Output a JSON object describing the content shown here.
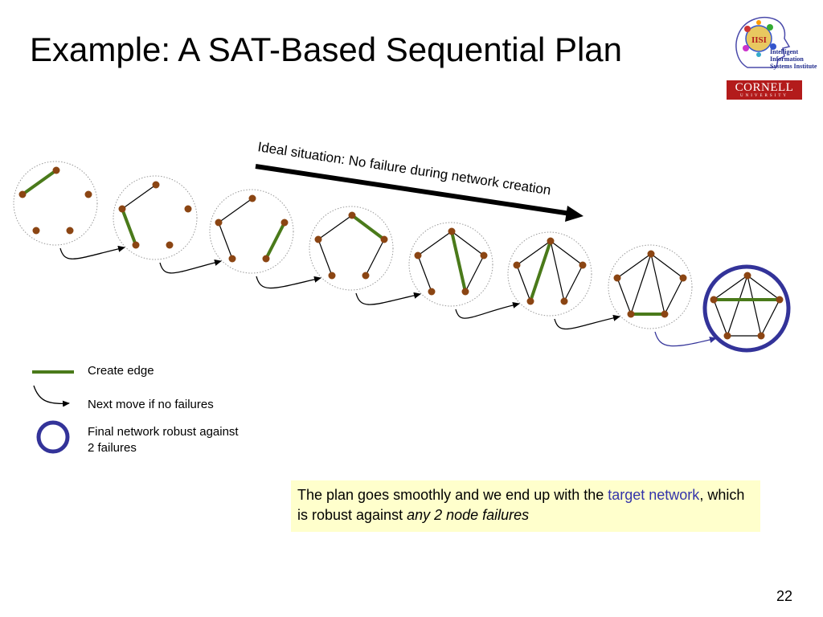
{
  "slide": {
    "title": "Example: A SAT-Based Sequential Plan",
    "page_number": "22"
  },
  "logos": {
    "iisi_lines": [
      "Intelligent Information",
      "Systems Institute"
    ],
    "iisi_mark": "IISI",
    "cornell_name": "CORNELL",
    "cornell_sub": "UNIVERSITY"
  },
  "diagram": {
    "arrow_label": "Ideal situation: No failure during network creation",
    "colors": {
      "node": "#8b4513",
      "new_edge": "#4a7a1a",
      "edge": "#000000",
      "final_ring": "#333399",
      "step_arrow": "#000000",
      "final_arrow": "#333399"
    },
    "step_count": 8
  },
  "legend": {
    "create_edge": "Create edge",
    "next_move": "Next move if no failures",
    "final_network_line1": "Final network robust against",
    "final_network_line2": "2 failures"
  },
  "note": {
    "part1": "The plan goes smoothly and we end up with the ",
    "highlight": "target network",
    "part2": ", which is robust against ",
    "italic": "any 2 node failures"
  }
}
